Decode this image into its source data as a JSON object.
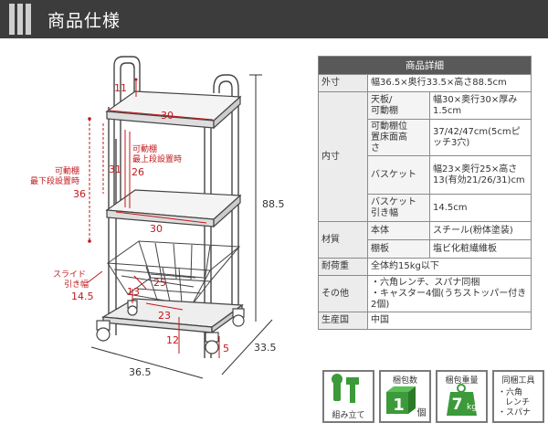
{
  "header": {
    "title": "商品仕様"
  },
  "diagram": {
    "dims": {
      "handle_h": "11",
      "shelf_w": "30",
      "top_gap": "31",
      "top_gap2": "26",
      "height": "88.5",
      "min_shelf": "36",
      "shelf2_w": "30",
      "basket_25": "25",
      "basket_13": "13",
      "basket_23": "23",
      "slide": "14.5",
      "wheel_h": "12",
      "clearance": "5",
      "width": "36.5",
      "depth": "33.5"
    },
    "labels": {
      "movable_top": "可動棚",
      "movable_top2": "最上段設置時",
      "movable_bottom": "可動棚",
      "movable_bottom2": "最下段設置時",
      "slide": "スライド",
      "slide2": "引き幅"
    }
  },
  "spec": {
    "title": "商品詳細",
    "rows": {
      "outer_k": "外寸",
      "outer_v": "幅36.5×奥行33.5×高さ88.5cm",
      "inner_k": "内寸",
      "tenban_k": "天板/\n可動棚",
      "tenban_v": "幅30×奥行30×厚み1.5cm",
      "pos_k": "可動棚位\n置床面高\nさ",
      "pos_v": "37/42/47cm(5cmピッチ3穴)",
      "basket_k": "バスケット",
      "basket_v": "幅23×奥行25×高さ13(有効21/26/31)cm",
      "pull_k": "バスケット\n引き幅",
      "pull_v": "14.5cm",
      "material_k": "材質",
      "body_k": "本体",
      "body_v": "スチール(粉体塗装)",
      "shelf_k": "棚板",
      "shelf_v": "塩ビ化粧繊維板",
      "load_k": "耐荷重",
      "load_v": "全体約15kg以下",
      "other_k": "その他",
      "other_v1": "・六角レンチ、スパナ同梱",
      "other_v2": "・キャスター4個(うちストッパー付き2個)",
      "origin_k": "生産国",
      "origin_v": "中国"
    }
  },
  "icons": {
    "assemble": "組み立て",
    "pack_count_label": "梱包数",
    "pack_count": "1",
    "pack_count_unit": "個",
    "pack_weight_label": "梱包重量",
    "pack_weight": "7",
    "pack_weight_unit": "kg",
    "tools_label": "同梱工具",
    "tool1": "・六角",
    "tool1b": "レンチ",
    "tool2": "・スパナ"
  }
}
